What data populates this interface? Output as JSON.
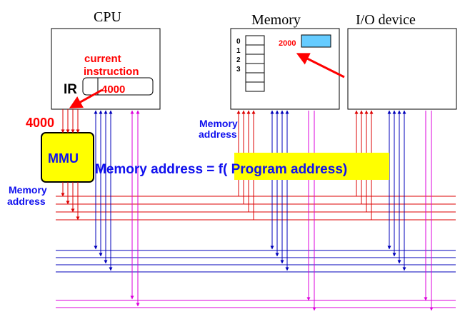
{
  "colors": {
    "address_bus": "#dd0000",
    "data_bus": "#0000bb",
    "control_bus": "#dd00dd",
    "highlight": "#ffff00",
    "memory_cell_highlight": "#66ccff",
    "annotation_red": "#ff0000",
    "annotation_blue": "#1010ee"
  },
  "cpu": {
    "title": "CPU",
    "ir_label": "IR",
    "ir_value": "4000",
    "current_instruction_line1": "current",
    "current_instruction_line2": "instruction"
  },
  "mmu": {
    "label": "MMU",
    "input_value": "4000",
    "output_label_line1": "Memory",
    "output_label_line2": "address"
  },
  "memory": {
    "title": "Memory",
    "cell_indices": [
      "0",
      "1",
      "2",
      "3"
    ],
    "highlighted_address": "2000",
    "input_label_line1": "Memory",
    "input_label_line2": "address"
  },
  "io_device": {
    "title": "I/O device"
  },
  "formula": {
    "text": "Memory address = f( Program address)"
  }
}
